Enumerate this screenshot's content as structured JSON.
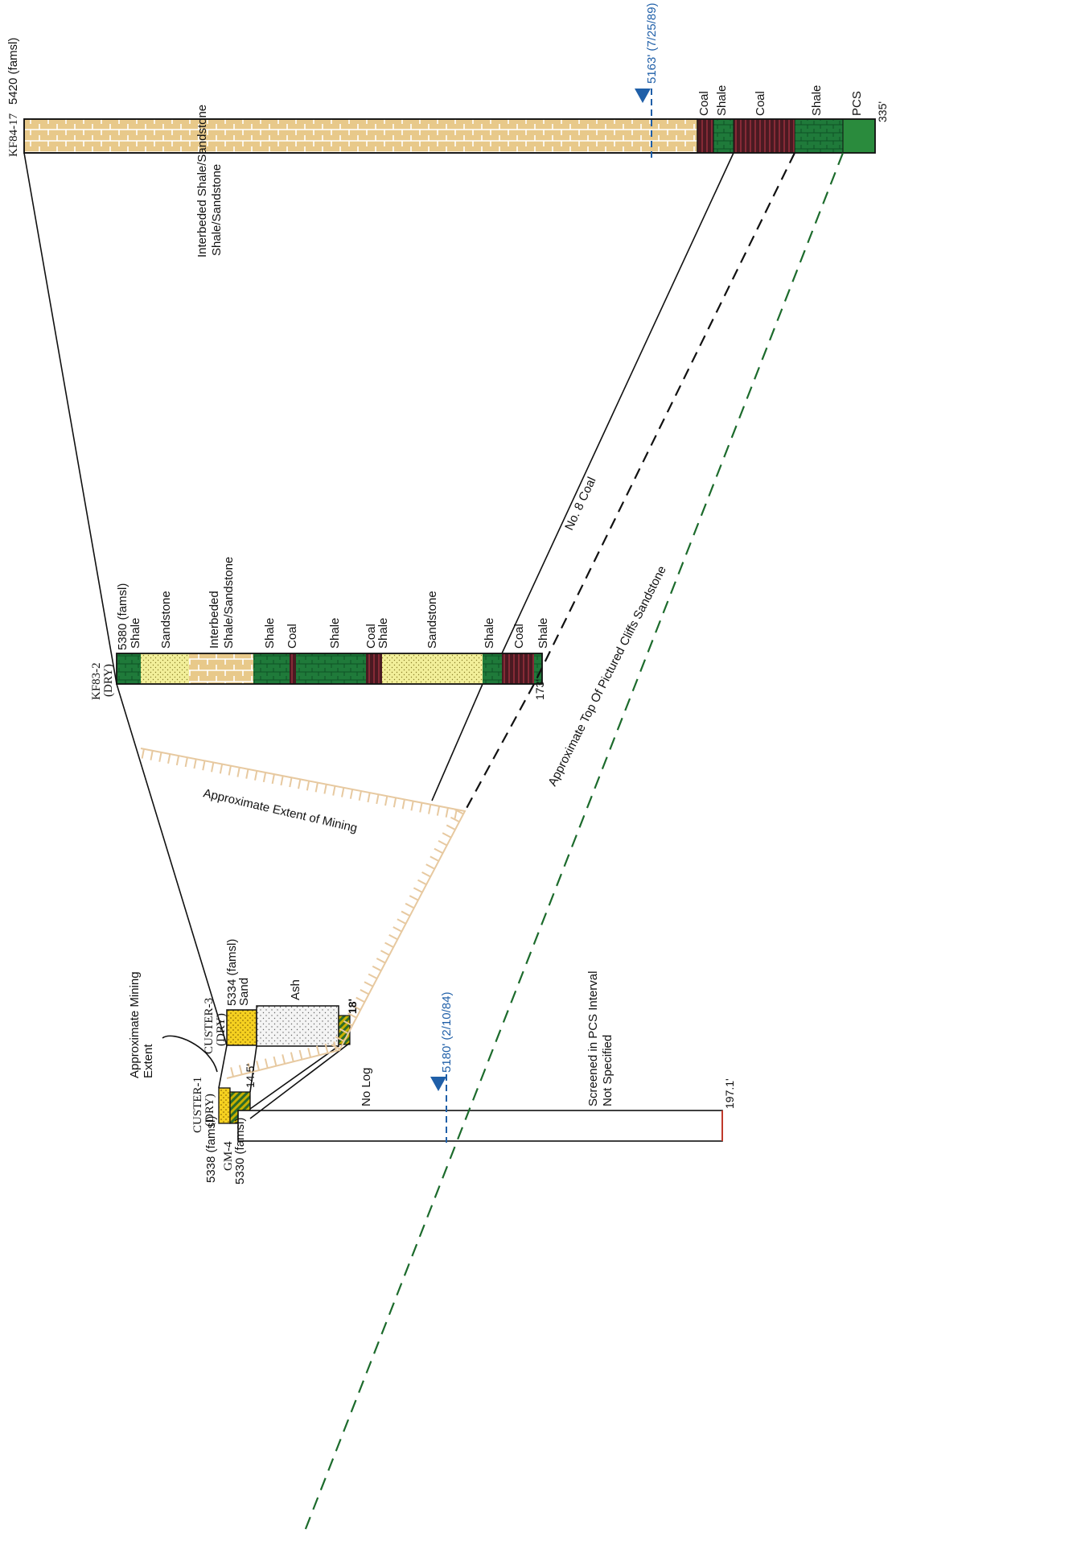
{
  "wells": {
    "kf84": {
      "name": "KF84-17",
      "elevation": "5420 (famsl)",
      "depth": "335'",
      "layers": [
        "Interbeded Shale/Sandstone",
        "Coal",
        "Shale",
        "Coal",
        "Shale",
        "PCS"
      ]
    },
    "kf83": {
      "name": "KF83-2",
      "status": "(DRY)",
      "elevation": "5380 (famsl)",
      "depth": "173'",
      "layers": [
        "Shale",
        "Sandstone",
        "Interbeded Shale/Sandstone",
        "Shale",
        "Coal",
        "Shale",
        "Coal Shale",
        "Sandstone",
        "Shale",
        "Coal",
        "Shale"
      ]
    },
    "custer3": {
      "name": "CUSTER-3",
      "status": "(DRY)",
      "elevation": "5334 (famsl)",
      "layers": [
        "Sand",
        "Ash"
      ],
      "depth": "18'"
    },
    "custer1": {
      "name": "CUSTER-1",
      "status": "(DRY)",
      "elevation": "5338 (famsl)",
      "depth": "14.5'"
    },
    "gm4": {
      "name": "GM-4",
      "elevation": "5330 (famsl)",
      "depth": "197.1'",
      "no_log": "No Log",
      "screened": [
        "Screened in PCS Interval",
        "Not Specified"
      ]
    }
  },
  "water_levels": {
    "kf84": "5163' (7/25/89)",
    "gm4": "5180' (2/10/84)"
  },
  "annotations": {
    "mining_extent": "Approximate Extent of Mining",
    "mining_extent_callout": [
      "Approximate Mining",
      "Extent"
    ],
    "no8_coal": "No. 8 Coal",
    "pcs_top": "Approximate Top Of Pictured Cliffs Sandstone",
    "interbedded": [
      "Interbeded",
      "Shale/Sandstone"
    ]
  },
  "colors": {
    "interbedded": "#e8c98a",
    "shale": "#1f7a3a",
    "coal": "#4a1a22",
    "sandstone": "#f2ef9a",
    "sand": "#f5d020",
    "ash": "#eeeeee",
    "water_level": "#1f5fa8",
    "pcs_line": "#1c6b2c",
    "mining": "#e7c9a0"
  }
}
